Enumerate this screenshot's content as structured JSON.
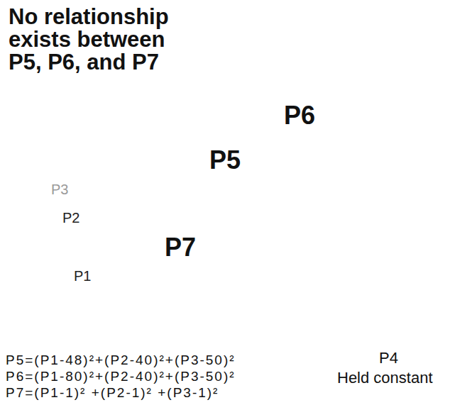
{
  "diagram": {
    "nodes": [
      {
        "text": [
          "P6"
        ]
      },
      {
        "text": [
          "P5"
        ]
      },
      {
        "text": [
          "P7"
        ]
      }
    ],
    "labels": [
      "No relationship exists between P5, P6, and P7",
      "P3",
      "P2",
      "P1",
      "P5=(P1-48)²+(P2-40)²+(P3-50)²",
      "P6=(P1-80)²+(P2-40)²+(P3-50)²",
      "P7=(P1-1)² +(P2-1)² +(P3-1)²",
      "P4",
      "Held constant"
    ]
  }
}
